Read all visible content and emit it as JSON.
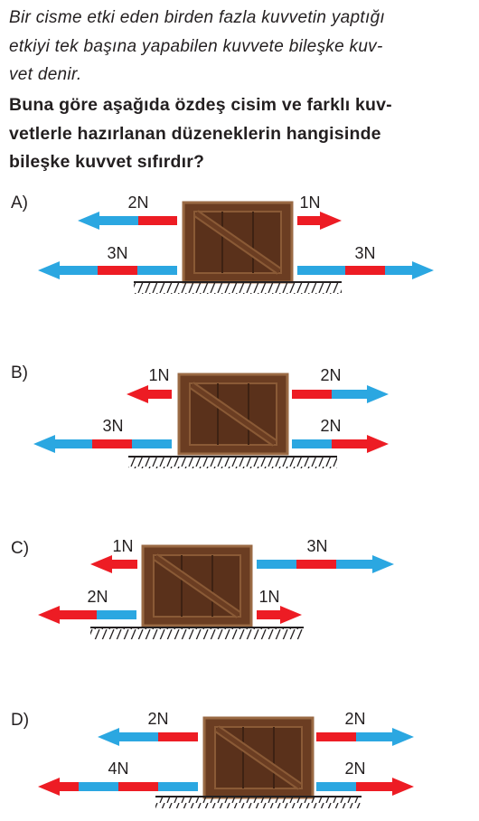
{
  "intro": [
    "Bir cisme etki eden birden fazla kuvvetin yaptığı",
    "etkiyi tek başına yapabilen kuvvete bileşke kuv-",
    "vet denir."
  ],
  "question": [
    "Buna göre aşağıda özdeş cisim ve farklı kuv-",
    "vetlerle hazırlanan düzeneklerin hangisinde",
    "bileşke kuvvet sıfırdır?"
  ],
  "colors": {
    "blue": "#2ba7e1",
    "red": "#ed1c24",
    "crate": "#6b3d22",
    "crate_edge": "#8a5a36",
    "text": "#231f20"
  },
  "options": [
    {
      "label": "A)",
      "forces": [
        "2N",
        "1N",
        "3N",
        "3N"
      ]
    },
    {
      "label": "B)",
      "forces": [
        "1N",
        "2N",
        "3N",
        "2N"
      ]
    },
    {
      "label": "C)",
      "forces": [
        "1N",
        "3N",
        "2N",
        "1N"
      ]
    },
    {
      "label": "D)",
      "forces": [
        "2N",
        "2N",
        "4N",
        "2N"
      ]
    }
  ]
}
